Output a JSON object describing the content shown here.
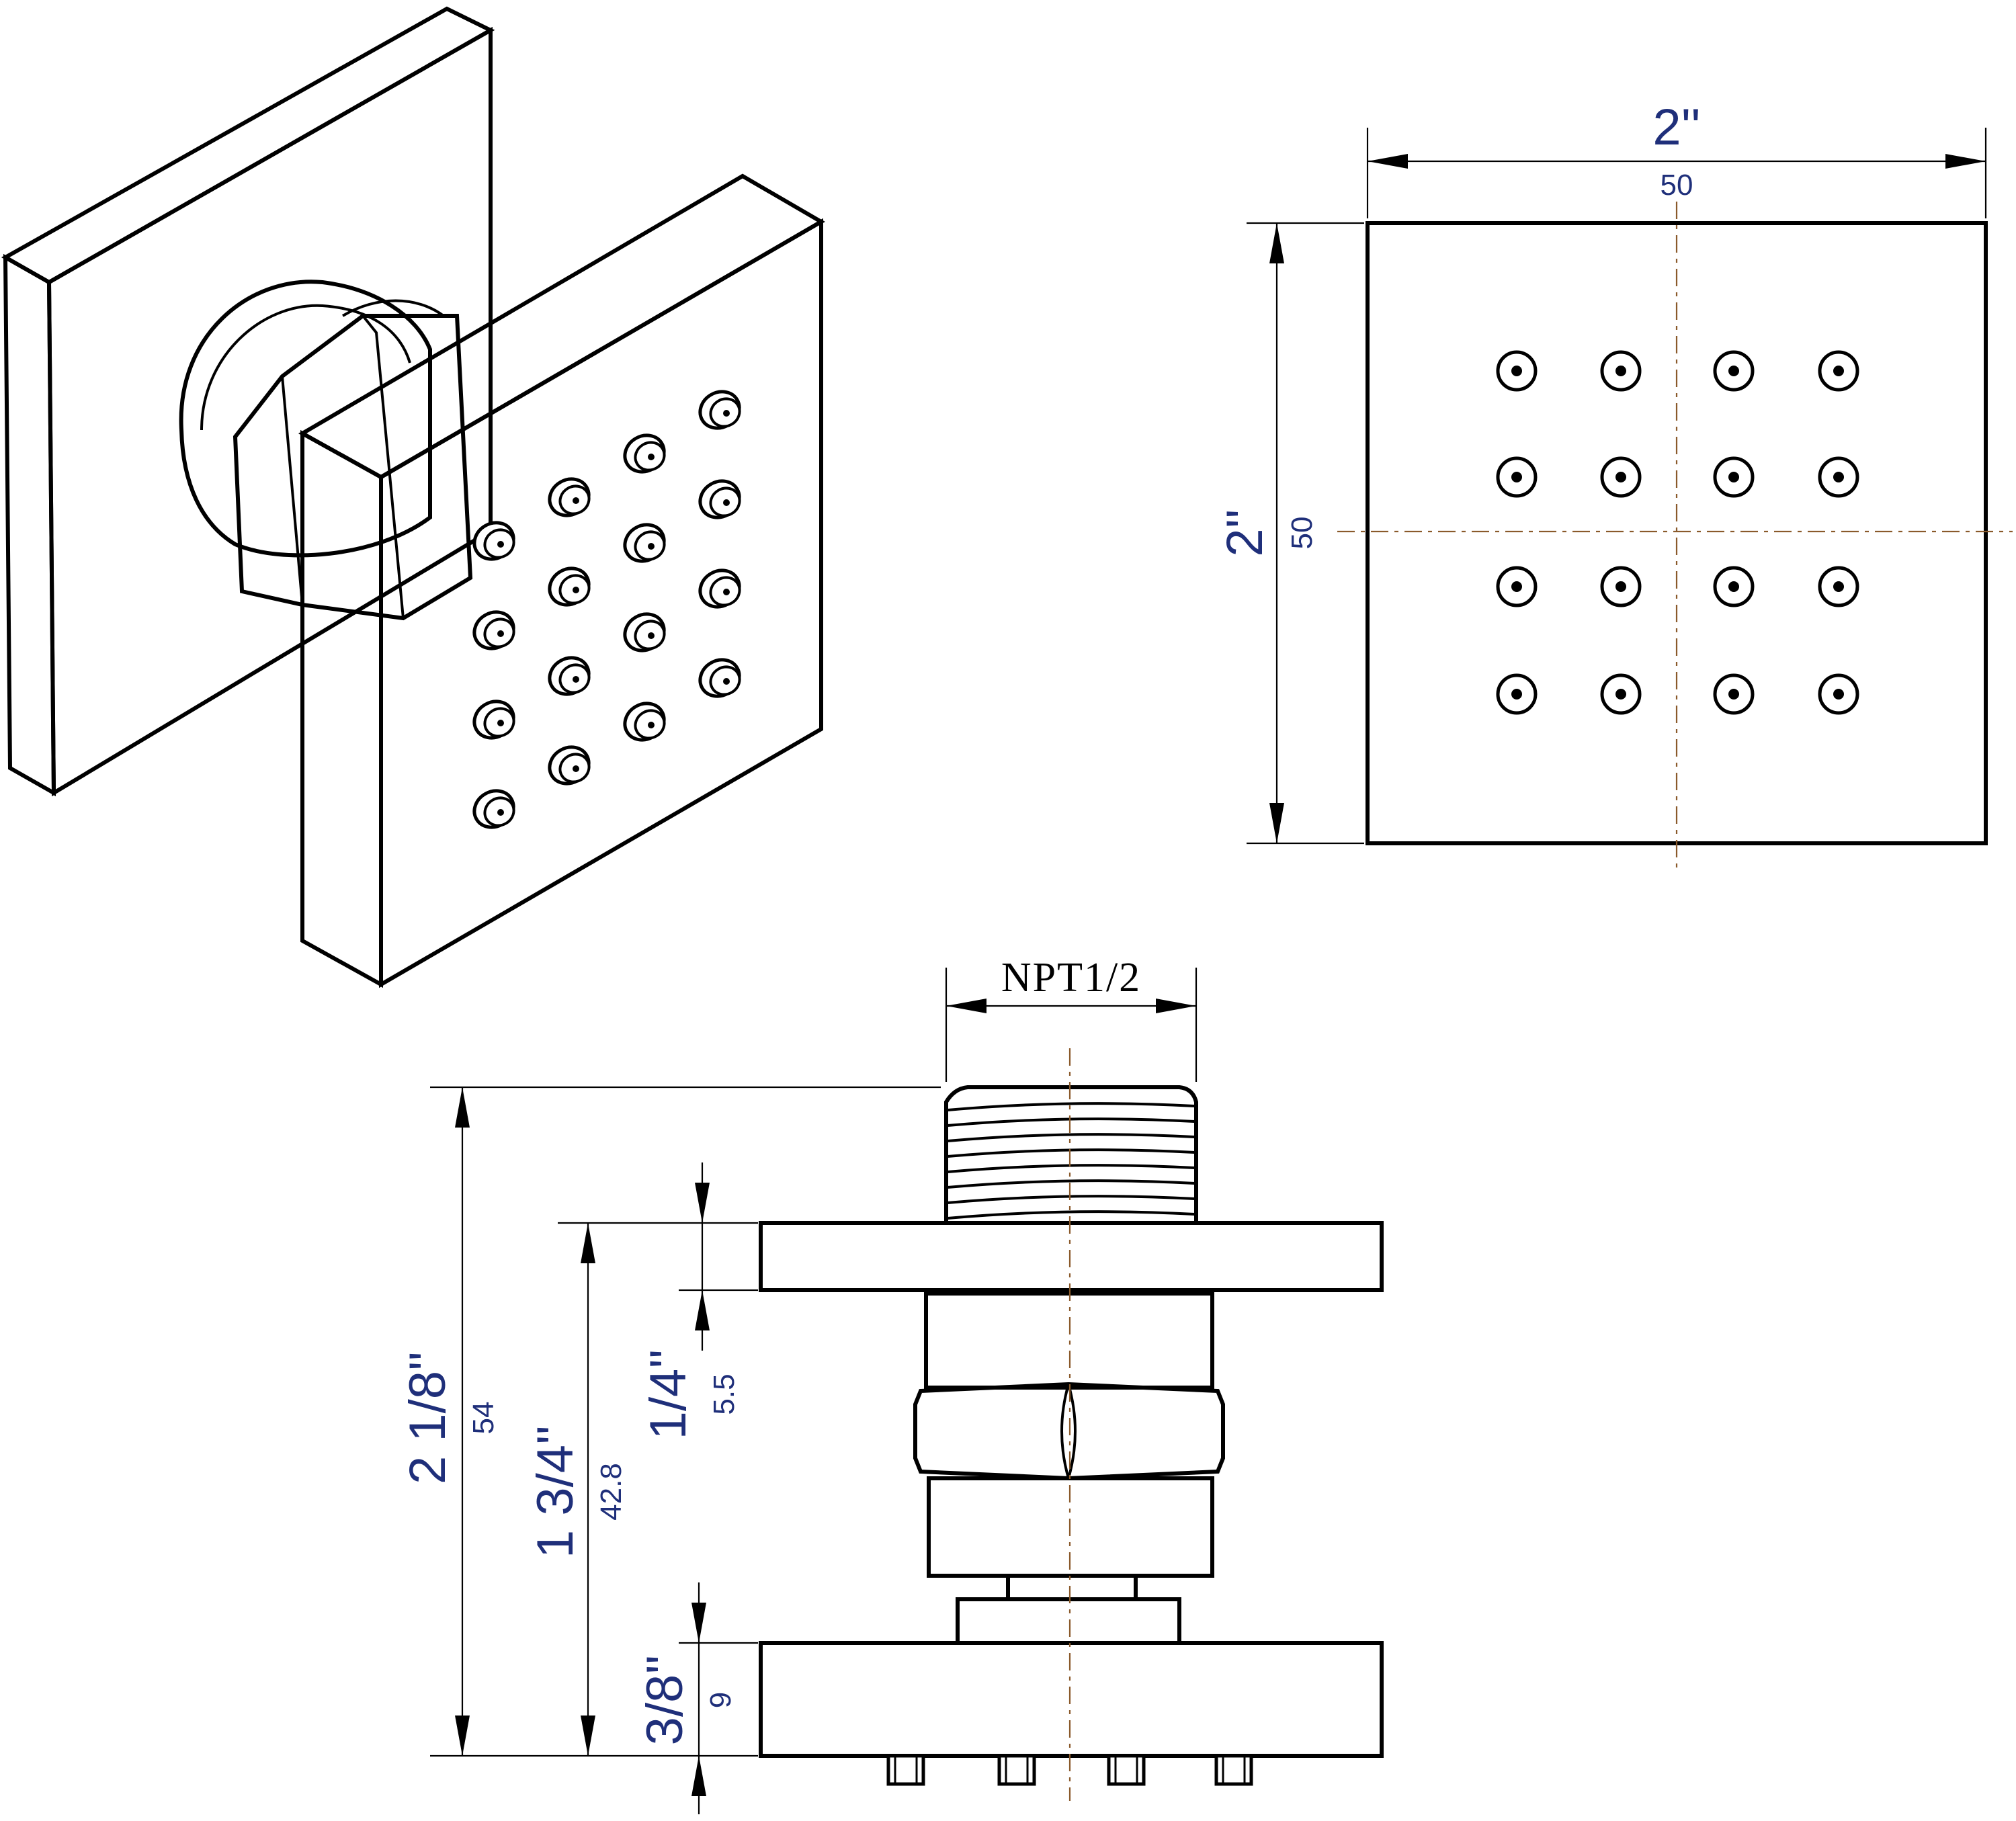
{
  "front_view": {
    "width_label": "2''",
    "width_mm": "50",
    "height_label": "2''",
    "height_mm": "50",
    "nozzle_grid": {
      "rows": 4,
      "cols": 4
    }
  },
  "side_view": {
    "thread_label": "NPT1/2",
    "overall_label": "2 1/8''",
    "overall_mm": "54",
    "body_label": "1 3/4''",
    "body_mm": "42.8",
    "flange_label": "1/4''",
    "flange_mm": "5.5",
    "face_label": "3/8''",
    "face_mm": "9"
  },
  "colors": {
    "dimension_text": "#1f2f7a",
    "center_line": "#8a5a2b",
    "outline": "#000000"
  }
}
